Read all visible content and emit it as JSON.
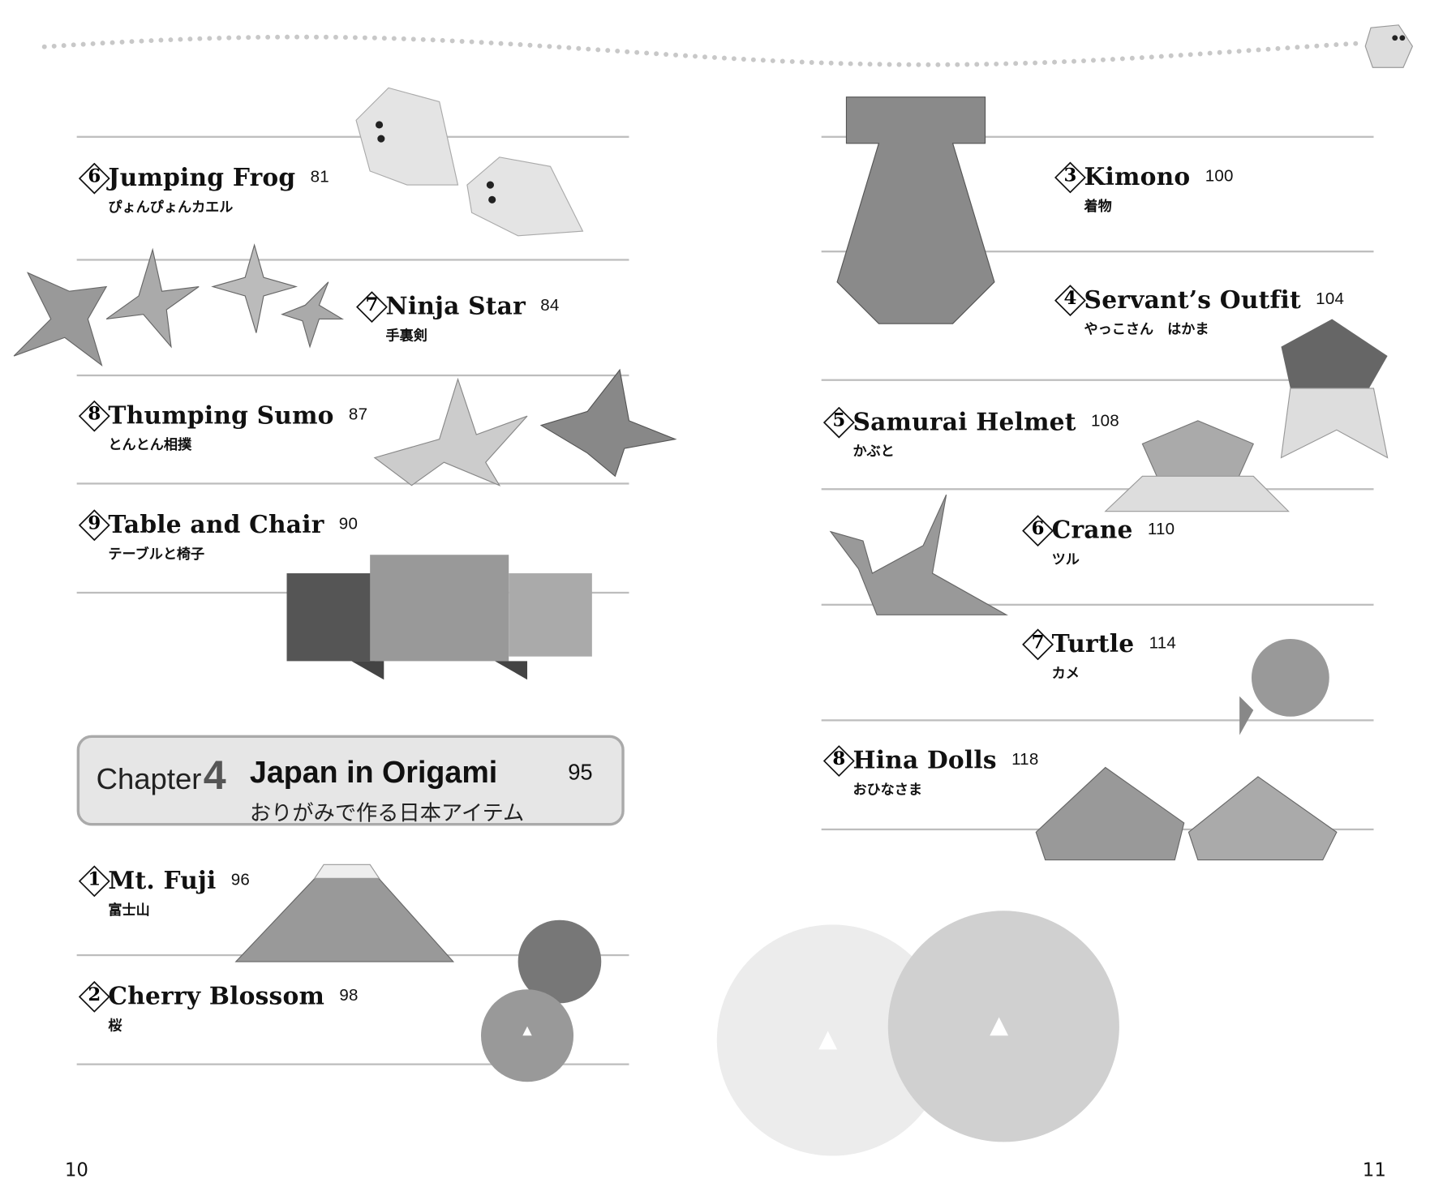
{
  "left_page": {
    "page_number": "10",
    "entries": [
      {
        "number": "6",
        "title": "Jumping Frog",
        "page": "81",
        "japanese": "ぴょんぴょんカエル"
      },
      {
        "number": "7",
        "title": "Ninja Star",
        "page": "84",
        "japanese": "手裏剣"
      },
      {
        "number": "8",
        "title": "Thumping Sumo",
        "page": "87",
        "japanese": "とんとん相撲"
      },
      {
        "number": "9",
        "title": "Table and Chair",
        "page": "90",
        "japanese": "テーブルと椅子"
      }
    ],
    "chapter": {
      "word": "Chapter",
      "number": "4",
      "title": "Japan in Origami",
      "page": "95",
      "japanese": "おりがみで作る日本アイテム"
    },
    "chapter_entries": [
      {
        "number": "1",
        "title": "Mt. Fuji",
        "page": "96",
        "japanese": "富士山"
      },
      {
        "number": "2",
        "title": "Cherry Blossom",
        "page": "98",
        "japanese": "桜"
      }
    ]
  },
  "right_page": {
    "page_number": "11",
    "entries": [
      {
        "number": "3",
        "title": "Kimono",
        "page": "100",
        "japanese": "着物"
      },
      {
        "number": "4",
        "title": "Servant’s Outfit",
        "page": "104",
        "japanese": "やっこさん　はかま"
      },
      {
        "number": "5",
        "title": "Samurai Helmet",
        "page": "108",
        "japanese": "かぶと"
      },
      {
        "number": "6",
        "title": "Crane",
        "page": "110",
        "japanese": "ツル"
      },
      {
        "number": "7",
        "title": "Turtle",
        "page": "114",
        "japanese": "カメ"
      },
      {
        "number": "8",
        "title": "Hina Dolls",
        "page": "118",
        "japanese": "おひなさま"
      }
    ]
  }
}
